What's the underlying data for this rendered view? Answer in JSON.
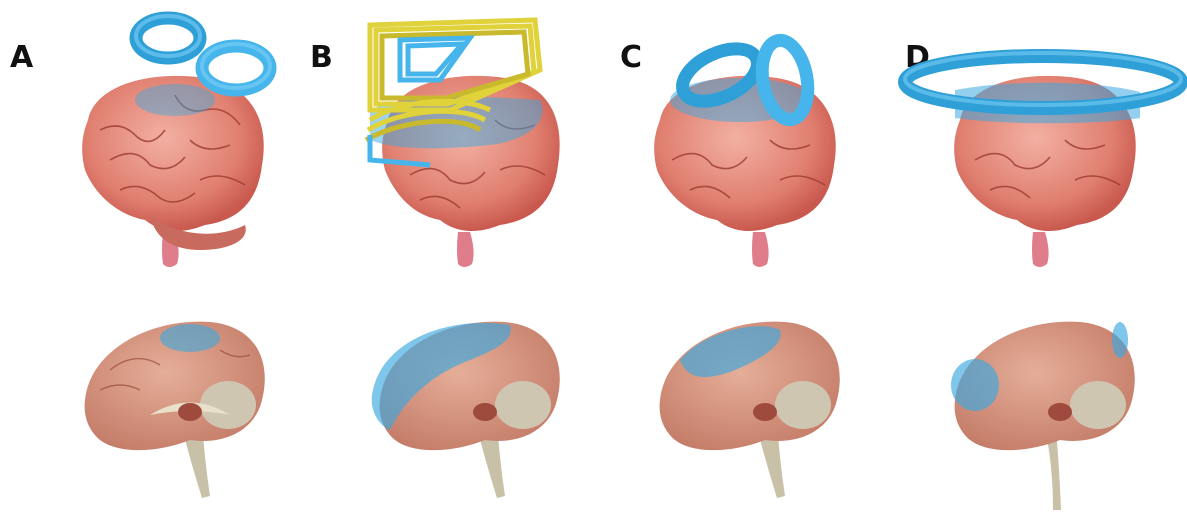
{
  "panels": [
    {
      "label": "A",
      "coil": "figure-eight"
    },
    {
      "label": "B",
      "coil": "h-coil"
    },
    {
      "label": "C",
      "coil": "double-cone"
    },
    {
      "label": "D",
      "coil": "large-circular"
    }
  ],
  "colors": {
    "brain_surface": "#e8897b",
    "brain_sulci": "#9b3a32",
    "brain_medial": "#d79b84",
    "brainstem": "#c9c0a8",
    "stimulation_field": "#3aa8e0",
    "coil_blue": "#45b5ec",
    "coil_yellow": "#e0d23a",
    "background": "#ffffff"
  }
}
